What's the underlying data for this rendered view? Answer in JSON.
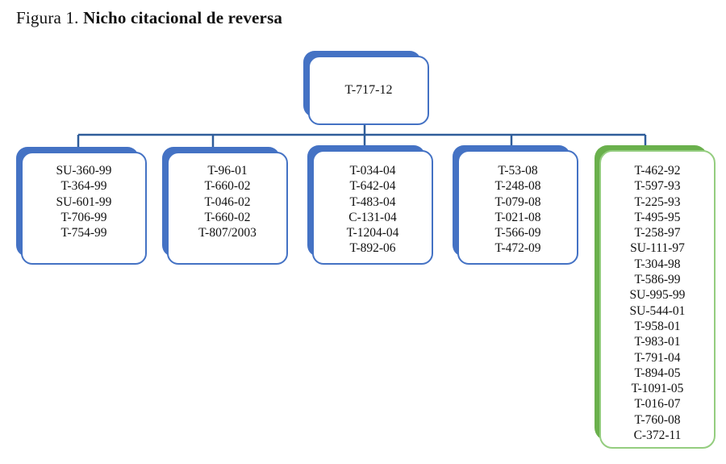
{
  "figure": {
    "label": "Figura 1.",
    "title": "Nicho citacional de reversa"
  },
  "colors": {
    "blue": "#4472c4",
    "line": "#2f5d9a",
    "green_shadow": "#6ab04c",
    "green_border": "#94cd7f"
  },
  "root": {
    "label": "T-717-12"
  },
  "children": [
    {
      "entries": [
        "SU-360-99",
        "T-364-99",
        "SU-601-99",
        "T-706-99",
        "T-754-99"
      ]
    },
    {
      "entries": [
        "T-96-01",
        "T-660-02",
        "T-046-02",
        "T-660-02",
        "T-807/2003"
      ]
    },
    {
      "entries": [
        "T-034-04",
        "T-642-04",
        "T-483-04",
        "C-131-04",
        "T-1204-04",
        "T-892-06"
      ]
    },
    {
      "entries": [
        "T-53-08",
        "T-248-08",
        "T-079-08",
        "T-021-08",
        "T-566-09",
        "T-472-09"
      ]
    },
    {
      "entries": [
        "T-462-92",
        "T-597-93",
        "T-225-93",
        "T-495-95",
        "T-258-97",
        "SU-111-97",
        "T-304-98",
        "T-586-99",
        "SU-995-99",
        "SU-544-01",
        "T-958-01",
        "T-983-01",
        "T-791-04",
        "T-894-05",
        "T-1091-05",
        "T-016-07",
        "T-760-08",
        "C-372-11"
      ]
    }
  ]
}
